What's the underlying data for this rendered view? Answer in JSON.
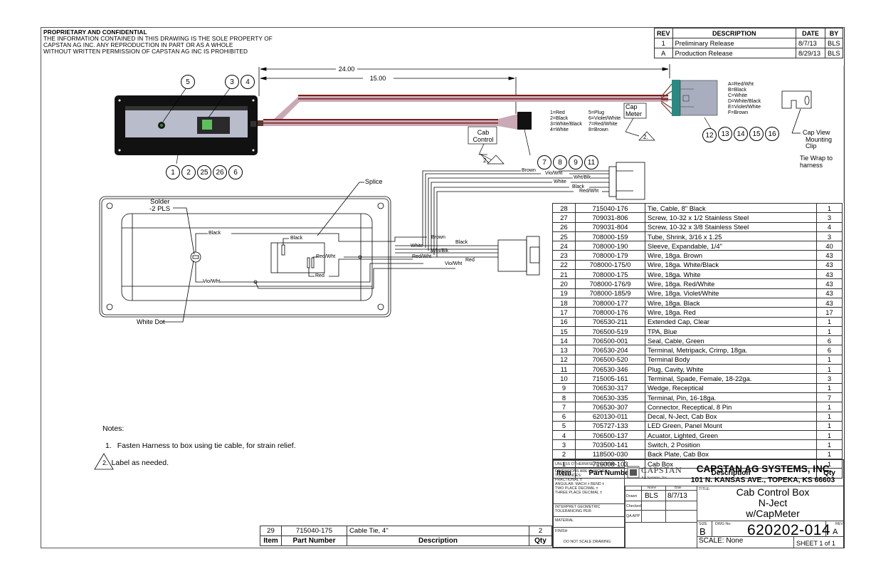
{
  "proprietary": {
    "heading": "PROPRIETARY AND CONFIDENTIAL",
    "lines": [
      "THE INFORMATION CONTAINED IN THIS DRAWING IS THE SOLE PROPERTY OF",
      "CAPSTAN AG INC. ANY REPRODUCTION IN PART OR AS A WHOLE",
      "WITHOUT WRITTEN PERMISSION OF CAPSTAN AG INC IS PROHIBITED"
    ]
  },
  "revisions": {
    "headers": [
      "REV",
      "DESCRIPTION",
      "DATE",
      "BY"
    ],
    "rows": [
      {
        "rev": "1",
        "description": "Preliminary Release",
        "date": "8/7/13",
        "by": "BLS"
      },
      {
        "rev": "A",
        "description": "Production Release",
        "date": "8/29/13",
        "by": "BLS"
      }
    ]
  },
  "dimensions": {
    "overall": "24.00",
    "branch": "15.00"
  },
  "balloons": {
    "cab_box_top_left": [
      "5"
    ],
    "cab_box_top_right": [
      "3",
      "4"
    ],
    "cab_box_bottom": [
      "1",
      "2",
      "25",
      "26",
      "6"
    ],
    "connector_8pin": [
      "7",
      "8",
      "9",
      "11"
    ],
    "connector_6pin": [
      "12",
      "13",
      "14",
      "15",
      "16"
    ]
  },
  "labels": {
    "cab_control": [
      "Cab",
      "Control"
    ],
    "cap_meter": [
      "Cap",
      "Meter"
    ],
    "note_flag": "2.",
    "pinout_8pin_col1": [
      "1=Red",
      "2=Black",
      "3=White/Black",
      "4=White"
    ],
    "pinout_8pin_col2": [
      "5=Plug",
      "6=Violet/White",
      "7=Red/White",
      "8=Brown"
    ],
    "pinout_6pin": [
      "A=Red/Wht",
      "B=Black",
      "C=White",
      "D=White/Black",
      "E=Violet/White",
      "F=Brown"
    ],
    "clip": [
      "Cap View",
      "Mounting",
      "Clip"
    ],
    "tie_wrap": [
      "Tie Wrap to",
      "harness"
    ],
    "splice": "Splice",
    "solder": [
      "Solder",
      "-2 PLS"
    ],
    "white_dot": "White Dot",
    "wires_top": [
      "Brown",
      "Vio/Wht",
      "Wht/Blk",
      "White",
      "Black",
      "Red/Wht"
    ],
    "wires_box": {
      "black_led": "Black",
      "black_sw": "Black",
      "red_wht_sw": "Red/Wht",
      "red_sw": "Red",
      "vio_wht_led": "Vio/Wht",
      "brown": "Brown",
      "black_conn": "Black",
      "white": "White",
      "wht_blk": "Wht/Blk",
      "red_wht": "Red/Wht",
      "red": "Red",
      "vio_wht": "Vio/Wht"
    }
  },
  "notes": {
    "title": "Notes:",
    "items": [
      {
        "num": "1.",
        "text": "Fasten Harness to box using tie cable, for strain relief."
      },
      {
        "num": "2.",
        "text": "Label as needed."
      }
    ]
  },
  "bom": {
    "headers": [
      "Item",
      "Part Number",
      "Description",
      "Qty"
    ],
    "rows": [
      [
        "28",
        "715040-176",
        "Tie, Cable, 8\" Black",
        "1"
      ],
      [
        "27",
        "709031-806",
        "Screw, 10-32 x 1/2 Stainless Steel",
        "3"
      ],
      [
        "26",
        "709031-804",
        "Screw, 10-32 x 3/8 Stainless Steel",
        "4"
      ],
      [
        "25",
        "708000-159",
        "Tube, Shrink, 3/16 x 1.25",
        "3"
      ],
      [
        "24",
        "708000-190",
        "Sleeve, Expandable, 1/4\"",
        "40"
      ],
      [
        "23",
        "708000-179",
        "Wire, 18ga. Brown",
        "43"
      ],
      [
        "22",
        "708000-175/0",
        "Wire, 18ga. White/Black",
        "43"
      ],
      [
        "21",
        "708000-175",
        "Wire, 18ga. White",
        "43"
      ],
      [
        "20",
        "708000-176/9",
        "Wire, 18ga. Red/White",
        "43"
      ],
      [
        "19",
        "708000-185/9",
        "Wire, 18ga. Violet/White",
        "43"
      ],
      [
        "18",
        "708000-177",
        "Wire, 18ga. Black",
        "43"
      ],
      [
        "17",
        "708000-176",
        "Wire, 18ga. Red",
        "17"
      ],
      [
        "16",
        "706530-211",
        "Extended Cap, Clear",
        "1"
      ],
      [
        "15",
        "706500-519",
        "TPA, Blue",
        "1"
      ],
      [
        "14",
        "706500-001",
        "Seal, Cable, Green",
        "6"
      ],
      [
        "13",
        "706530-204",
        "Terminal, Metripack, Crimp, 18ga.",
        "6"
      ],
      [
        "12",
        "706500-520",
        "Terminal Body",
        "1"
      ],
      [
        "11",
        "706530-346",
        "Plug, Cavity, White",
        "1"
      ],
      [
        "10",
        "715005-161",
        "Terminal, Spade, Female, 18-22ga.",
        "3"
      ],
      [
        "9",
        "706530-317",
        "Wedge, Receptical",
        "1"
      ],
      [
        "8",
        "706530-335",
        "Terminal, Pin, 16-18ga.",
        "7"
      ],
      [
        "7",
        "706530-307",
        "Connector, Receptical, 8 Pin",
        "1"
      ],
      [
        "6",
        "620130-011",
        "Decal, N-Ject, Cab Box",
        "1"
      ],
      [
        "5",
        "705727-133",
        "LED Green, Panel Mount",
        "1"
      ],
      [
        "4",
        "706500-137",
        "Acuator, Lighted, Green",
        "1"
      ],
      [
        "3",
        "703500-141",
        "Switch, 2 Position",
        "1"
      ],
      [
        "2",
        "118500-030",
        "Back Plate, Cab Box",
        "1"
      ],
      [
        "1",
        "716008-103",
        "Cab Box",
        "1"
      ]
    ]
  },
  "bom_extra": {
    "headers": [
      "Item",
      "Part Number",
      "Description",
      "Qty"
    ],
    "rows": [
      [
        "29",
        "715040-175",
        "Cable Tie, 4\"",
        "2"
      ]
    ]
  },
  "title_block": {
    "unless": "UNLESS OTHERWISE SPECIFIED:",
    "tolerances": [
      "DIMENSIONS ARE IN INCHES",
      "TOLERANCES:",
      "FRACTIONAL ±",
      "ANGULAR: MACH ±   BEND ±",
      "TWO PLACE DECIMAL  ±",
      "THREE PLACE DECIMAL  ±"
    ],
    "interpret": [
      "INTERPRET GEOMETRIC",
      "TOLERANCING PER:"
    ],
    "material": "MATERIAL",
    "finish": "FINISH",
    "do_not_scale": "DO NOT SCALE DRAWING",
    "logo_name": "CAPSTAN",
    "logo_sub": "Ag Systems, Inc.",
    "company": "CAPSTAN AG SYSTEMS, INC.",
    "address": "101 N. KANSAS AVE., TOPEKA, KS 66603",
    "name_hdr": "Name",
    "date_hdr": "Date",
    "drawn_lbl": "Drawn",
    "drawn_name": "BLS",
    "drawn_date": "8/7/13",
    "checked_lbl": "Checked",
    "qa_lbl": "QA APP",
    "title_lbl": "TITLE:",
    "title": [
      "Cab Control Box",
      "N-Ject",
      "w/CapMeter"
    ],
    "size_lbl": "SIZE",
    "size": "B",
    "dwg_lbl": "DWG No:",
    "dwg_no": "620202-014",
    "rev_lbl": "REV",
    "rev": "A",
    "scale": "SCALE:  None",
    "sheet": "SHEET 1 of 1"
  }
}
